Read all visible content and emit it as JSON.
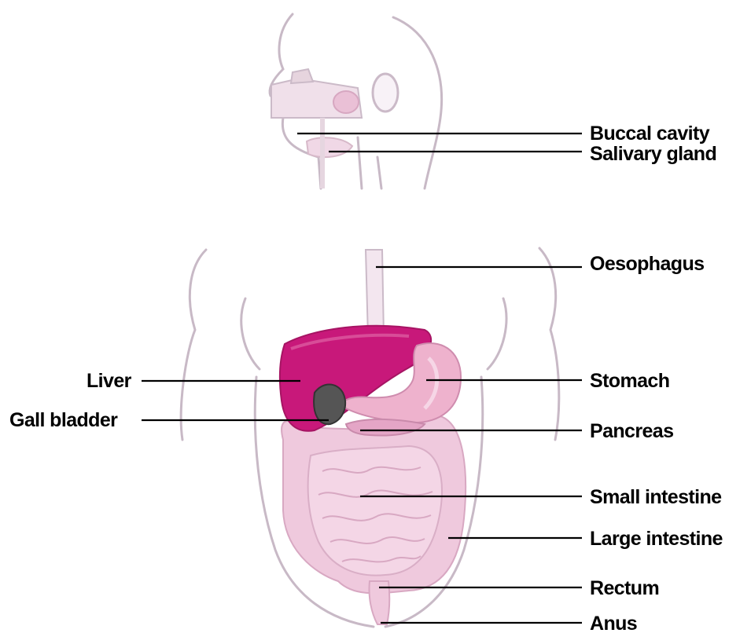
{
  "labels": {
    "buccal_cavity": "Buccal cavity",
    "salivary_gland": "Salivary gland",
    "oesophagus": "Oesophagus",
    "liver": "Liver",
    "stomach": "Stomach",
    "gall_bladder": "Gall bladder",
    "pancreas": "Pancreas",
    "small_intestine": "Small intestine",
    "large_intestine": "Large intestine",
    "rectum": "Rectum",
    "anus": "Anus"
  },
  "colors": {
    "liver": "#c8187a",
    "stomach": "#eeb2cd",
    "gall_bladder": "#555555",
    "intestine": "#efc9dd",
    "body_outline": "#c8b9c6",
    "label_text": "#000000"
  }
}
